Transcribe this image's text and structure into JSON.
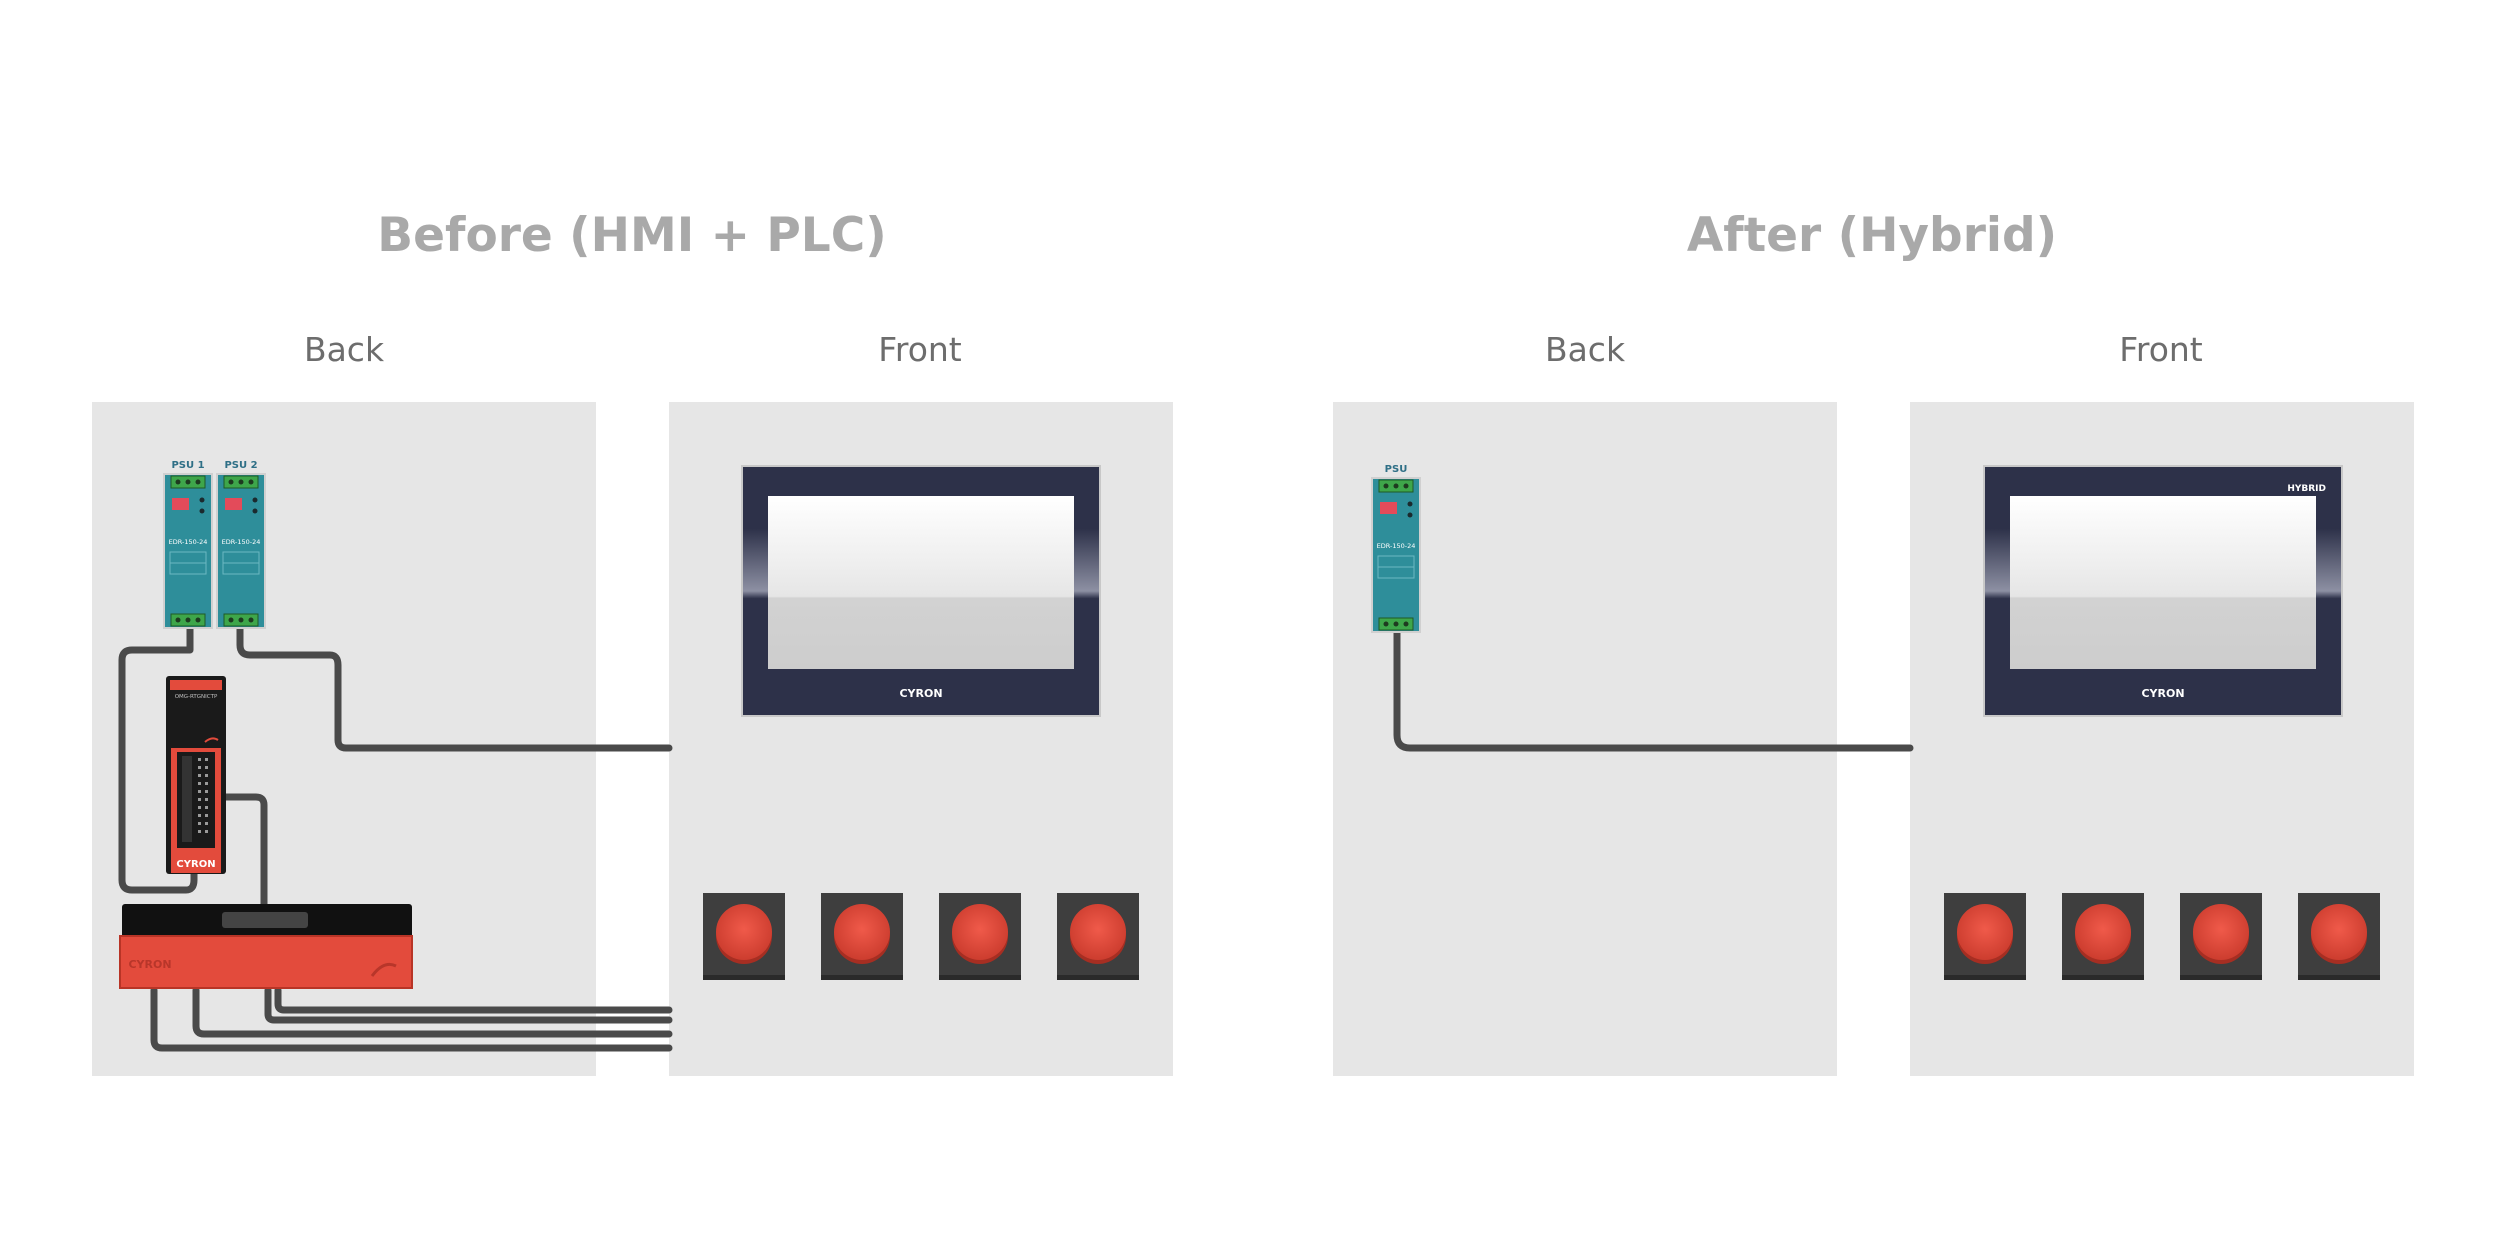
{
  "before": {
    "title": "Before (HMI + PLC)",
    "back_label": "Back",
    "front_label": "Front",
    "psu1_label": "PSU 1",
    "psu2_label": "PSU 2",
    "psu_model": "EDR-150-24",
    "plc_brand": "CYRON",
    "plc_top_label": "OMG-RTGNICTP",
    "io_brand": "CYRON",
    "hmi_brand": "CYRON",
    "button_count": 4
  },
  "after": {
    "title": "After (Hybrid)",
    "back_label": "Back",
    "front_label": "Front",
    "psu_label": "PSU",
    "psu_model": "EDR-150-24",
    "hmi_badge": "HYBRID",
    "hmi_brand": "CYRON",
    "button_count": 4
  },
  "colors": {
    "panel": "#e6e6e6",
    "psu": "#2e8e9a",
    "terminal": "#3ea64a",
    "hmi_bezel": "#2d3149",
    "plc_red": "#e34b3c",
    "button_red": "#e5493a",
    "button_base": "#3e3e3e",
    "wire": "#4a4a4a",
    "heading": "#a9a9a9"
  }
}
